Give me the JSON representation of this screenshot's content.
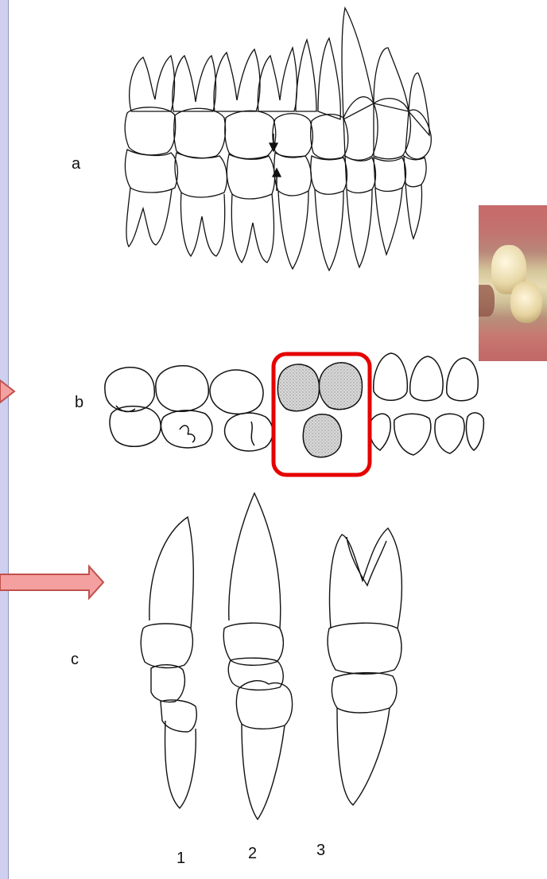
{
  "figure": {
    "labels": {
      "a": "a",
      "b": "b",
      "c": "c"
    },
    "numbers": [
      "1",
      "2",
      "3"
    ],
    "highlight_color": "#e60000",
    "arrow_fill": "#f4a0a0",
    "arrow_stroke": "#c0504d",
    "shaded_tooth_color": "#c8c8c8"
  }
}
